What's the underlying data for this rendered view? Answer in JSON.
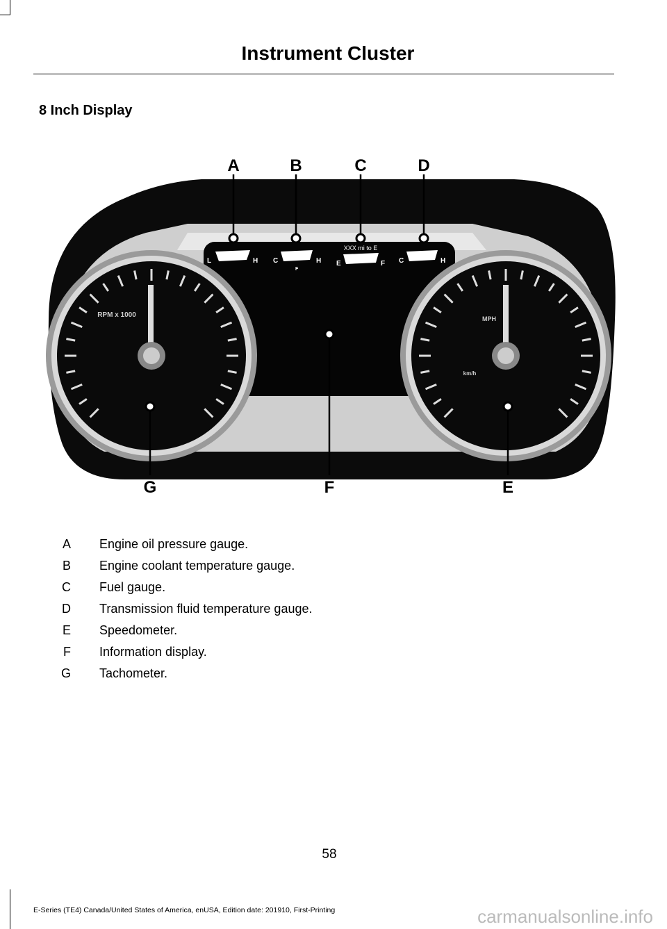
{
  "header": {
    "title": "Instrument Cluster"
  },
  "section_title": "8 Inch Display",
  "figure": {
    "callouts": [
      "A",
      "B",
      "C",
      "D",
      "E",
      "F",
      "G"
    ],
    "gauge_labels": {
      "oil": {
        "low": "L",
        "high": "H"
      },
      "coolant": {
        "low": "C",
        "high": "H",
        "mark": "F"
      },
      "fuel": {
        "low": "E",
        "high": "F",
        "range": "XXX mi to E"
      },
      "trans": {
        "low": "C",
        "high": "H"
      },
      "tach_label": "RPM x 1000",
      "speedo_label": "MPH",
      "speedo_sub": "km/h"
    }
  },
  "legend": [
    {
      "key": "A",
      "text": "Engine oil pressure gauge."
    },
    {
      "key": "B",
      "text": "Engine coolant temperature gauge."
    },
    {
      "key": "C",
      "text": "Fuel gauge."
    },
    {
      "key": "D",
      "text": "Transmission fluid temperature gauge."
    },
    {
      "key": "E",
      "text": "Speedometer."
    },
    {
      "key": "F",
      "text": "Information display."
    },
    {
      "key": "G",
      "text": "Tachometer."
    }
  ],
  "page_number": "58",
  "footer": "E-Series (TE4) Canada/United States of America, enUSA, Edition date: 201910, First-Printing",
  "watermark": "carmanualsonline.info"
}
